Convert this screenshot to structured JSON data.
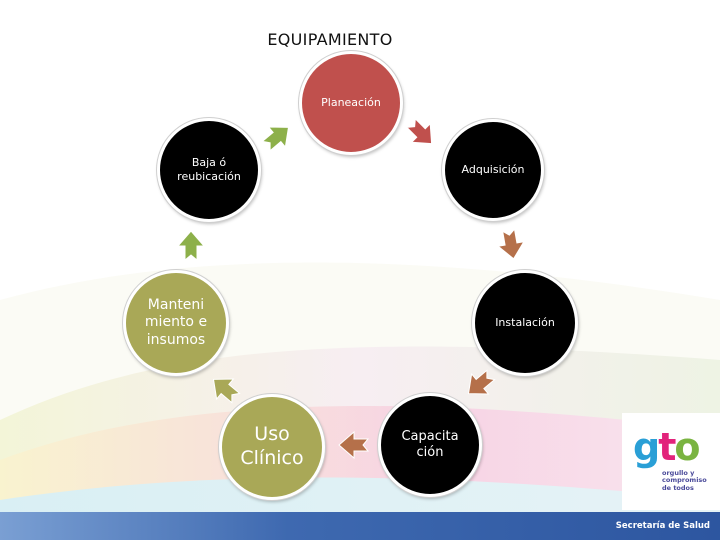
{
  "title": "EQUIPAMIENTO",
  "nodes": {
    "planeacion": "Planeación",
    "adquisicion": "Adquisición",
    "instalacion": "Instalación",
    "capacitacion": "Capacita\nción",
    "uso_clinico": "Uso\nClínico",
    "mantenimiento": "Manteni\nmiento e\ninsumos",
    "baja": "Baja ó\nreubicación"
  },
  "logo": {
    "brand": "gto",
    "tagline": "orgullo y\ncompromiso\nde todos"
  },
  "footer": {
    "text": "Secretaría de Salud"
  },
  "colors": {
    "planeacion": "#c0504d",
    "black_node": "#000000",
    "olive_node": "#a9a857",
    "arrow_red": "#c0504d",
    "arrow_brown": "#b5704a",
    "arrow_olive": "#a9a857",
    "arrow_green": "#8db04a"
  }
}
